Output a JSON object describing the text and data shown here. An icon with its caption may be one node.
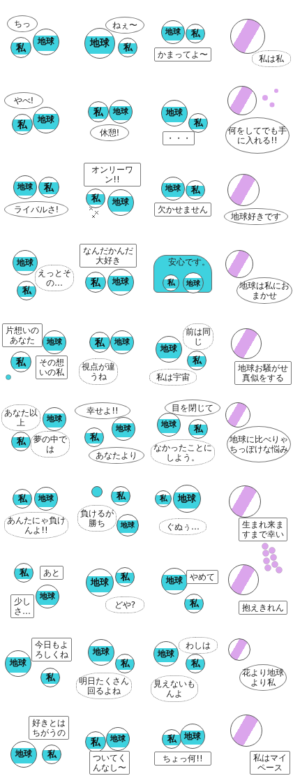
{
  "diagram": {
    "nodes": [
      {
        "text": [
          "ちっ"
        ]
      },
      {
        "text": [
          "私"
        ]
      },
      {
        "text": [
          "地球"
        ]
      },
      {
        "text": [
          "地球"
        ]
      },
      {
        "text": [
          "ねぇ〜"
        ]
      },
      {
        "text": [
          "私"
        ]
      },
      {
        "text": [
          "地球"
        ]
      },
      {
        "text": [
          "私"
        ]
      },
      {
        "text": [
          "かまってよ〜"
        ]
      },
      {
        "text": [],
        "shape": "circle"
      },
      {
        "text": [
          "私は私"
        ]
      },
      {
        "text": [
          "やべ!"
        ]
      },
      {
        "text": [
          "私"
        ]
      },
      {
        "text": [
          "地球"
        ]
      },
      {
        "text": [
          "私"
        ]
      },
      {
        "text": [
          "地球"
        ]
      },
      {
        "text": [
          "休憩!"
        ]
      },
      {
        "text": [
          "地球"
        ]
      },
      {
        "text": [
          "私"
        ]
      },
      {
        "text": [
          "・・・"
        ]
      },
      {
        "text": [],
        "shape": "circle"
      },
      {
        "text": [
          "何をしてでも手に入れる!!"
        ]
      },
      {
        "text": [
          "地球"
        ]
      },
      {
        "text": [
          "私"
        ]
      },
      {
        "text": [
          "ライバルさ!"
        ]
      },
      {
        "text": [
          "オンリーワン!!"
        ]
      },
      {
        "text": [
          "私"
        ]
      },
      {
        "text": [
          "地球"
        ]
      },
      {
        "text": [
          "地球"
        ]
      },
      {
        "text": [
          "私"
        ]
      },
      {
        "text": [
          "欠かせません"
        ]
      },
      {
        "text": [],
        "shape": "circle"
      },
      {
        "text": [
          "地球好きです"
        ]
      },
      {
        "text": [
          "地球"
        ]
      },
      {
        "text": [
          "私"
        ]
      },
      {
        "text": [
          "えっとその…"
        ]
      },
      {
        "text": [
          "なんだかんだ大好き"
        ]
      },
      {
        "text": [
          "私"
        ]
      },
      {
        "text": [
          "地球"
        ]
      },
      {
        "text": [
          "安心です。"
        ]
      },
      {
        "text": [
          "私"
        ],
        "in": 39
      },
      {
        "text": [
          "地球"
        ],
        "in": 39
      },
      {
        "text": [],
        "shape": "circle"
      },
      {
        "text": [
          "地球は私におまかせ"
        ]
      },
      {
        "text": [
          "片想いのあなた"
        ]
      },
      {
        "text": [
          "地球"
        ]
      },
      {
        "text": [
          "私"
        ]
      },
      {
        "text": [
          "その想いの私"
        ]
      },
      {
        "text": [
          "私"
        ]
      },
      {
        "text": [
          "地球"
        ]
      },
      {
        "text": [
          "視点が違うね"
        ]
      },
      {
        "text": [
          "地球"
        ]
      },
      {
        "text": [
          "前は同じ"
        ]
      },
      {
        "text": [
          "私"
        ]
      },
      {
        "text": [
          "私は宇宙"
        ]
      },
      {
        "text": [],
        "shape": "circle"
      },
      {
        "text": [
          "地球お騒がせ真似をする"
        ]
      },
      {
        "text": [
          "あなた以上"
        ]
      },
      {
        "text": [
          "地球"
        ]
      },
      {
        "text": [
          "私"
        ]
      },
      {
        "text": [
          "夢の中では"
        ]
      },
      {
        "text": [
          "幸せよ!!"
        ]
      },
      {
        "text": [
          "地球"
        ]
      },
      {
        "text": [
          "私"
        ]
      },
      {
        "text": [
          "あなたより"
        ]
      },
      {
        "text": [
          "目を閉じて"
        ]
      },
      {
        "text": [
          "地球"
        ]
      },
      {
        "text": [
          "私"
        ]
      },
      {
        "text": [
          "なかったことにしよう。"
        ]
      },
      {
        "text": [],
        "shape": "circle"
      },
      {
        "text": [
          "地球に比べりゃちっぽけな悩み"
        ]
      },
      {
        "text": [
          "私"
        ]
      },
      {
        "text": [
          "地球"
        ]
      },
      {
        "text": [
          "あんたにゃ負けんよ!!"
        ]
      },
      {
        "text": [],
        "shape": "circle"
      },
      {
        "text": [
          "私"
        ]
      },
      {
        "text": [
          "負けるが勝ち"
        ]
      },
      {
        "text": [
          "地球"
        ]
      },
      {
        "text": [
          "私"
        ]
      },
      {
        "text": [
          "地球"
        ]
      },
      {
        "text": [
          "ぐぬぅ…"
        ]
      },
      {
        "text": [],
        "shape": "circle"
      },
      {
        "text": [
          "生まれ来ますまで幸い"
        ]
      },
      {
        "text": [
          "私"
        ]
      },
      {
        "text": [
          "あと"
        ]
      },
      {
        "text": [
          "地球"
        ]
      },
      {
        "text": [
          "少しさ…"
        ]
      },
      {
        "text": [
          "地球"
        ]
      },
      {
        "text": [
          "私"
        ]
      },
      {
        "text": [
          "どや?"
        ]
      },
      {
        "text": [
          "地球"
        ]
      },
      {
        "text": [
          "やめて"
        ]
      },
      {
        "text": [
          "私"
        ]
      },
      {
        "text": [],
        "shape": "circle"
      },
      {
        "text": [
          "抱えきれん"
        ]
      },
      {
        "text": [
          "地球"
        ]
      },
      {
        "text": [
          "今日もよろしくね"
        ]
      },
      {
        "text": [
          "私"
        ]
      },
      {
        "text": [
          "地球"
        ]
      },
      {
        "text": [
          "私"
        ]
      },
      {
        "text": [
          "明日たくさん回るよね"
        ]
      },
      {
        "text": [
          "地球"
        ]
      },
      {
        "text": [
          "わしは"
        ]
      },
      {
        "text": [
          "私"
        ]
      },
      {
        "text": [
          "見えないもんよ"
        ]
      },
      {
        "text": [],
        "shape": "circle"
      },
      {
        "text": [
          "花より地球より私"
        ]
      },
      {
        "text": [
          "好きとはちがうの"
        ]
      },
      {
        "text": [
          "地球"
        ]
      },
      {
        "text": [
          "私"
        ]
      },
      {
        "text": [
          "私"
        ]
      },
      {
        "text": [
          "地球"
        ]
      },
      {
        "text": [
          "ついてくんなし〜"
        ]
      },
      {
        "text": [
          "私"
        ]
      },
      {
        "text": [
          "地球"
        ]
      },
      {
        "text": [
          "ちょっ何!!"
        ]
      },
      {
        "text": [],
        "shape": "circle"
      },
      {
        "text": [
          "私はマイペース"
        ]
      }
    ]
  }
}
